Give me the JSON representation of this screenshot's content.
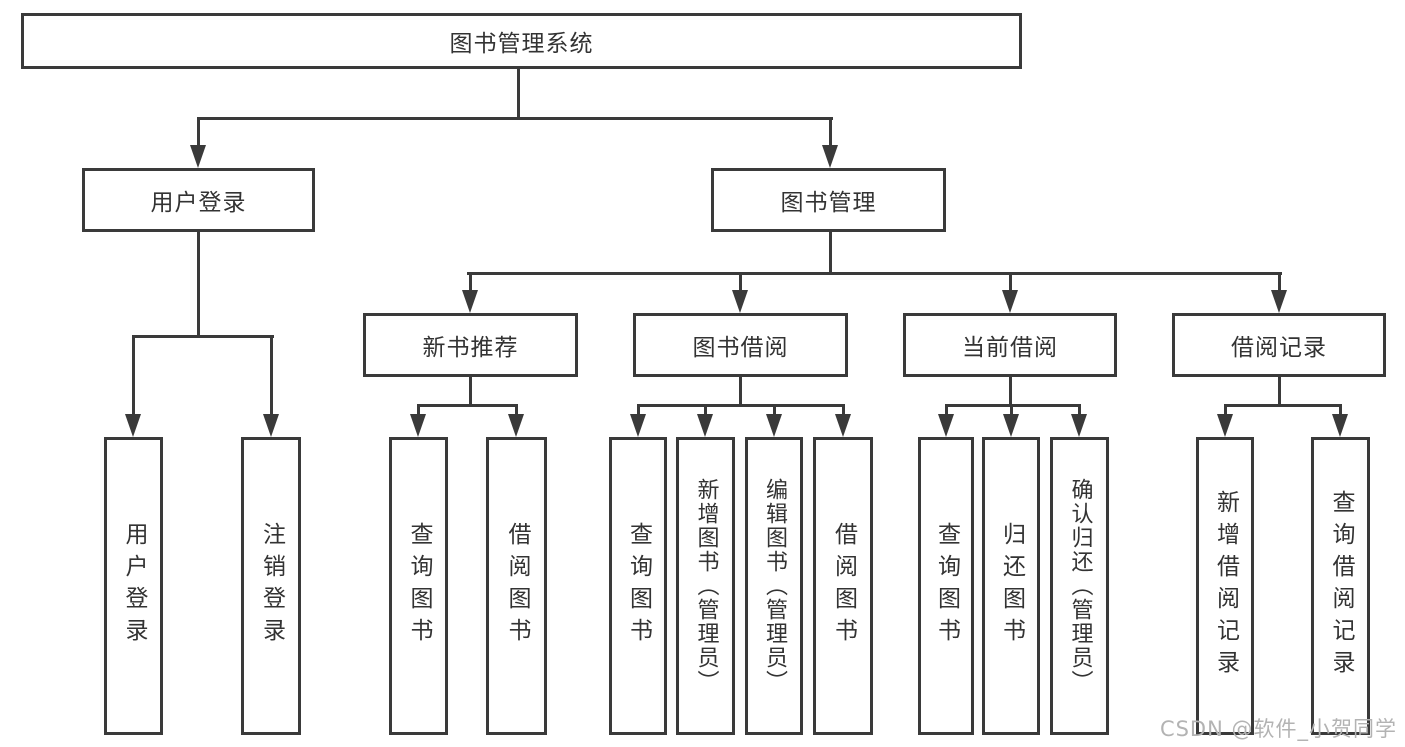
{
  "diagram": {
    "root": {
      "label": "图书管理系统"
    },
    "level2": [
      {
        "label": "用户登录"
      },
      {
        "label": "图书管理"
      }
    ],
    "level3": [
      {
        "label": "新书推荐"
      },
      {
        "label": "图书借阅"
      },
      {
        "label": "当前借阅"
      },
      {
        "label": "借阅记录"
      }
    ],
    "leaves": {
      "user_login": [
        {
          "label": "用户登录"
        },
        {
          "label": "注销登录"
        }
      ],
      "new_books": [
        {
          "label": "查询图书"
        },
        {
          "label": "借阅图书"
        }
      ],
      "book_borrow": [
        {
          "label": "查询图书"
        },
        {
          "label": "新增图书（管理员）"
        },
        {
          "label": "编辑图书（管理员）"
        },
        {
          "label": "借阅图书"
        }
      ],
      "current_borrow": [
        {
          "label": "查询图书"
        },
        {
          "label": "归还图书"
        },
        {
          "label": "确认归还（管理员）"
        }
      ],
      "borrow_records": [
        {
          "label": "新增借阅记录"
        },
        {
          "label": "查询借阅记录"
        }
      ]
    },
    "watermark": "CSDN @软件_小贺同学",
    "colors": {
      "line": "#3a3a3a",
      "text": "#333333",
      "watermark": "#b3b3b3",
      "background": "#ffffff"
    }
  }
}
